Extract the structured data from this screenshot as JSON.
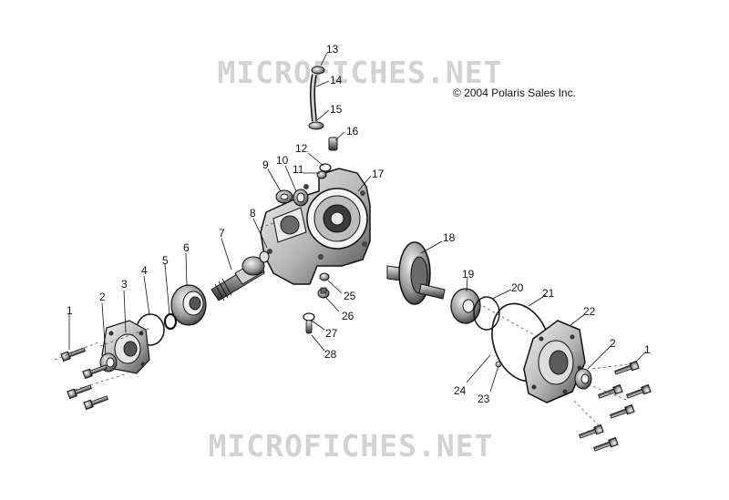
{
  "watermark": {
    "text": "MICROFICHES.NET",
    "color": "#d2d2d2"
  },
  "copyright": "© 2004 Polaris Sales Inc.",
  "colors": {
    "ink": "#111111",
    "metal_dark": "#555555",
    "metal_mid": "#9a9a9a",
    "metal_light": "#e4e4e4"
  },
  "callouts": {
    "c1a": "1",
    "c2a": "2",
    "c3": "3",
    "c4": "4",
    "c5": "5",
    "c6": "6",
    "c7": "7",
    "c8": "8",
    "c9": "9",
    "c10": "10",
    "c11": "11",
    "c12": "12",
    "c13": "13",
    "c14": "14",
    "c15": "15",
    "c16": "16",
    "c17": "17",
    "c18": "18",
    "c19": "19",
    "c20": "20",
    "c21": "21",
    "c22": "22",
    "c2b": "2",
    "c1b": "1",
    "c23": "23",
    "c24": "24",
    "c25": "25",
    "c26": "26",
    "c27": "27",
    "c28": "28"
  }
}
